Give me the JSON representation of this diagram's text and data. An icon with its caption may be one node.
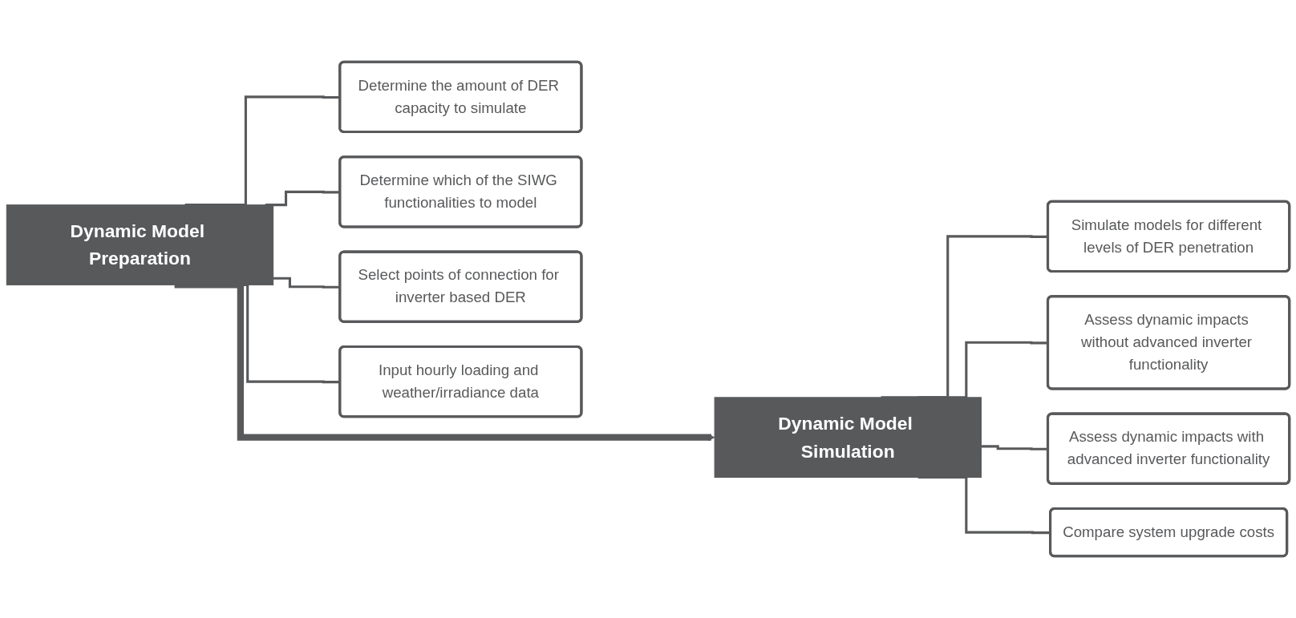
{
  "diagram": {
    "nodes": [
      {
        "text": [
          "Dynamic Model Preparation"
        ]
      },
      {
        "text": [
          "Determine the amount of DER capacity to simulate"
        ]
      },
      {
        "text": [
          "Determine which of the SIWG functionalities to model"
        ]
      },
      {
        "text": [
          "Select points of connection for inverter based DER"
        ]
      },
      {
        "text": [
          "Input hourly loading and weather/irradiance data"
        ]
      },
      {
        "text": [
          "Dynamic Model Simulation"
        ]
      },
      {
        "text": [
          "Simulate models for different levels of DER penetration"
        ]
      },
      {
        "text": [
          "Assess dynamic impacts without advanced inverter functionality"
        ]
      },
      {
        "text": [
          "Assess dynamic impacts with advanced inverter functionality"
        ]
      },
      {
        "text": [
          "Compare system upgrade costs"
        ]
      }
    ],
    "edges": [
      {
        "from": 0,
        "to": 1,
        "arrow": "none"
      },
      {
        "from": 0,
        "to": 2,
        "arrow": "none"
      },
      {
        "from": 0,
        "to": 3,
        "arrow": "none"
      },
      {
        "from": 0,
        "to": 4,
        "arrow": "none"
      },
      {
        "from": 0,
        "to": 5,
        "arrow": "to",
        "style": "thick"
      },
      {
        "from": 5,
        "to": 6,
        "arrow": "none"
      },
      {
        "from": 5,
        "to": 7,
        "arrow": "none"
      },
      {
        "from": 5,
        "to": 8,
        "arrow": "none"
      },
      {
        "from": 5,
        "to": 9,
        "arrow": "none"
      }
    ]
  }
}
